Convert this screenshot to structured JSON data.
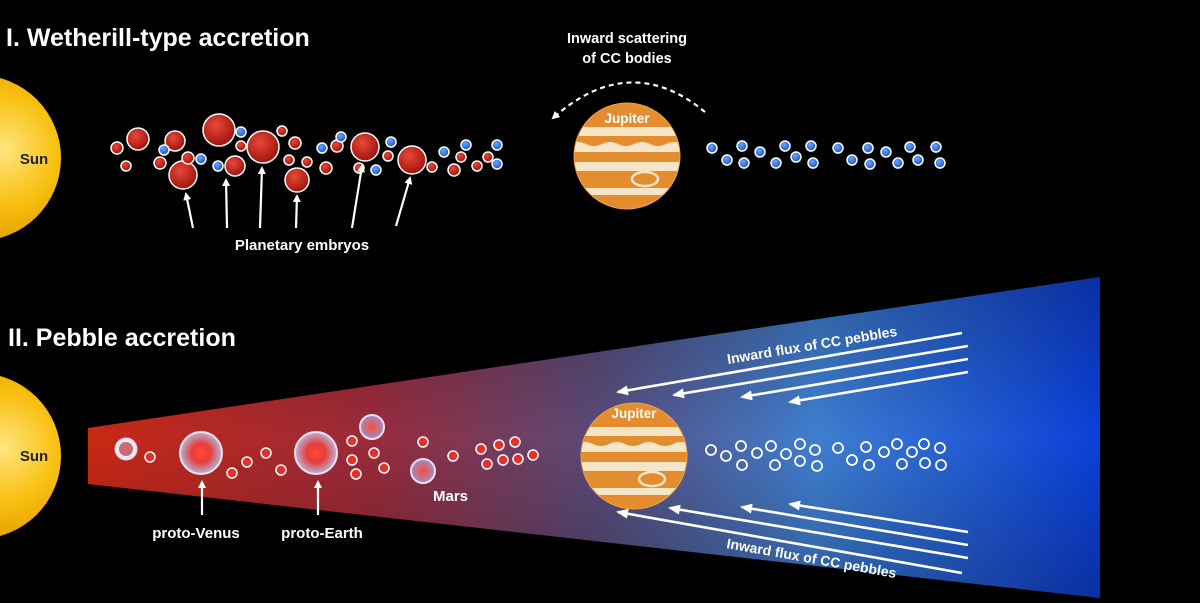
{
  "panel1": {
    "title": "I. Wetherill-type accretion",
    "sun_label": "Sun",
    "jupiter_label": "Jupiter",
    "scatter_label_line1": "Inward scattering",
    "scatter_label_line2": "of CC bodies",
    "embryos_label": "Planetary embryos"
  },
  "panel2": {
    "title": "II. Pebble accretion",
    "sun_label": "Sun",
    "jupiter_label": "Jupiter",
    "flux_label_top": "Inward flux of CC pebbles",
    "flux_label_bottom": "Inward flux of CC pebbles",
    "proto_venus_label": "proto-Venus",
    "proto_earth_label": "proto-Earth",
    "mars_label": "Mars"
  },
  "colors": {
    "sun": "#f5b800",
    "embryo_red": "#c81e14",
    "cc_blue": "#3a7bd5",
    "jupiter_orange": "#e08a2c",
    "disk_red": "#c0281e",
    "disk_blue": "#1d5fe0",
    "label_white": "#ffffff"
  },
  "icons": [
    "sun-icon",
    "jupiter-icon",
    "arrow-icon",
    "dashed-curved-arrow-icon"
  ]
}
